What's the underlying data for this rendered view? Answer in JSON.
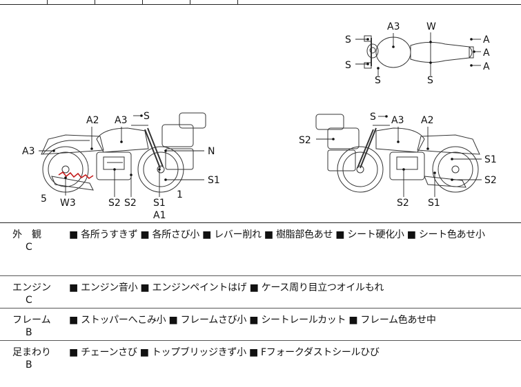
{
  "diagram": {
    "top_view": {
      "labels": [
        "A3",
        "W",
        "S",
        "S",
        "S",
        "S",
        "A",
        "A",
        "A"
      ]
    },
    "left_view": {
      "labels": [
        "A2",
        "A3",
        "S",
        "A3",
        "N",
        "S1",
        "5",
        "W3",
        "S2",
        "S2",
        "S1",
        "A1",
        "1"
      ]
    },
    "right_view": {
      "labels": [
        "S",
        "A3",
        "A2",
        "S2",
        "S1",
        "S2",
        "S2",
        "S1"
      ]
    }
  },
  "conditions": [
    {
      "category": "外　観",
      "grade": "C",
      "items": "■ 各所うすきず ■ 各所さび小 ■ レバー削れ ■ 樹脂部色あせ ■ シート硬化小 ■ シート色あせ小"
    },
    {
      "category": "エンジン",
      "grade": "C",
      "items": "■ エンジン音小 ■ エンジンペイントはげ ■ ケース周り目立つオイルもれ"
    },
    {
      "category": "フレーム",
      "grade": "B",
      "items": "■ ストッパーへこみ小 ■ フレームさび小 ■ シートレールカット ■ フレーム色あせ中"
    },
    {
      "category": "足まわり",
      "grade": "B",
      "items": "■ チェーンさび ■ トップブリッジきず小 ■ Fフォークダストシールひび"
    }
  ]
}
